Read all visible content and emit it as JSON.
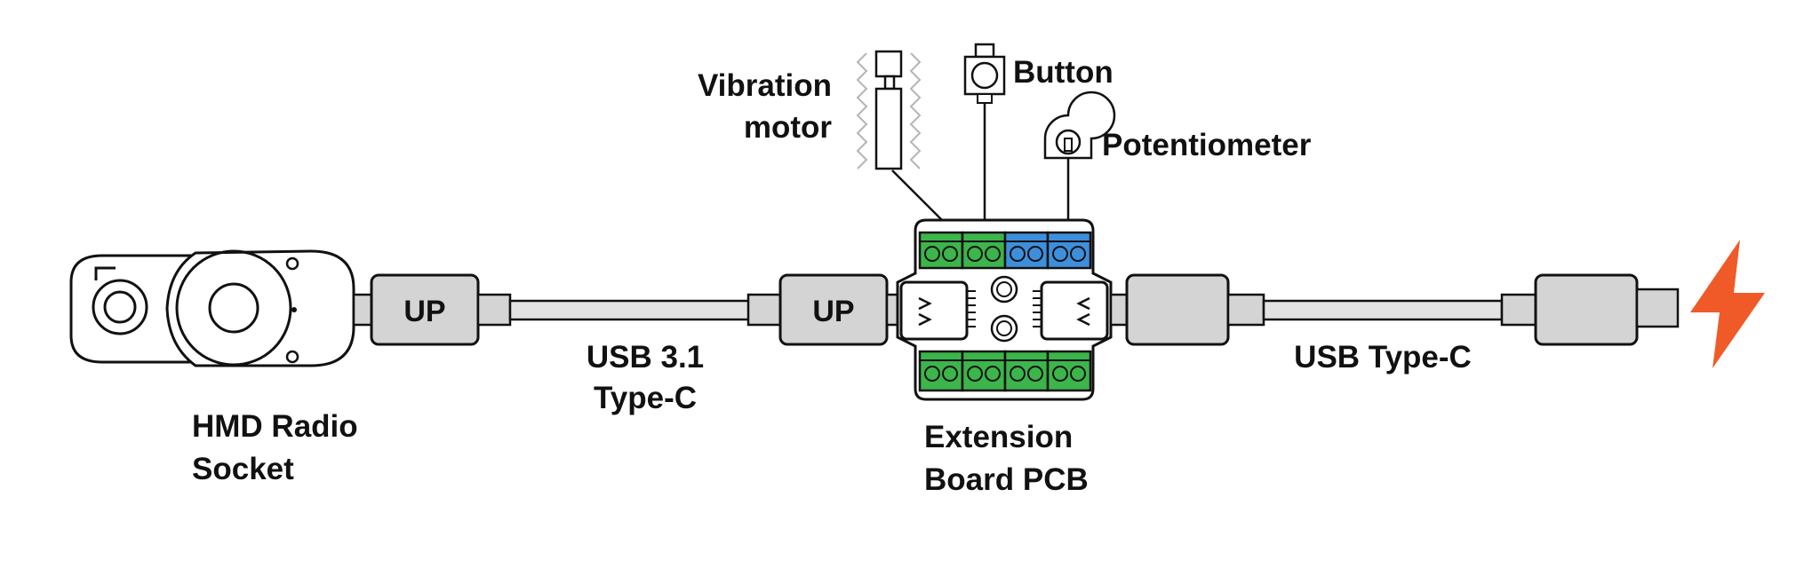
{
  "labels": {
    "hmd_line1": "HMD Radio",
    "hmd_line2": "Socket",
    "usb31_line1": "USB 3.1",
    "usb31_line2": "Type-C",
    "usbc": "USB Type-C",
    "board_line1": "Extension",
    "board_line2": "Board PCB",
    "vib_line1": "Vibration",
    "vib_line2": "motor",
    "button": "Button",
    "pot": "Potentiometer"
  },
  "plugs": {
    "left_up": "UP",
    "mid_up": "UP"
  },
  "colors": {
    "green": "#3cb54a",
    "blue": "#3d8fdc",
    "plug_fill": "#d4d4d4",
    "cable": "#e2e2e2",
    "power": "#f05a28"
  }
}
